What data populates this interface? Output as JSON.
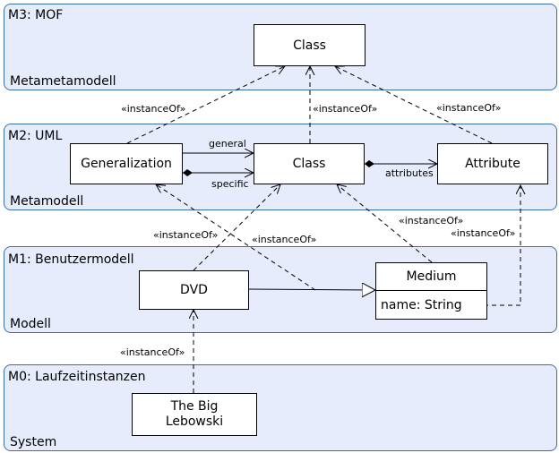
{
  "layers": {
    "m3": {
      "title": "M3: MOF",
      "subtitle": "Metametamodell"
    },
    "m2": {
      "title": "M2: UML",
      "subtitle": "Metamodell"
    },
    "m1": {
      "title": "M1: Benutzermodell",
      "subtitle": "Modell"
    },
    "m0": {
      "title": "M0: Laufzeitinstanzen",
      "subtitle": "System"
    }
  },
  "nodes": {
    "mof_class": "Class",
    "generalization": "Generalization",
    "uml_class": "Class",
    "attribute": "Attribute",
    "dvd": "DVD",
    "medium": "Medium",
    "medium_attr": "name: String",
    "instance": "The Big\nLebowski"
  },
  "edge_labels": {
    "instanceof_gen_mof": "«instanceOf»",
    "instanceof_class_mof": "«instanceOf»",
    "instanceof_attr_mof": "«instanceOf»",
    "general": "general",
    "specific": "specific",
    "attributes": "attributes",
    "instanceof_dvd_class": "«instanceOf»",
    "instanceof_gen_link": "«instanceOf»",
    "instanceof_medium_class": "«instanceOf»",
    "instanceof_name_attr": "«instanceOf»",
    "instanceof_lebowski_dvd": "«instanceOf»"
  }
}
